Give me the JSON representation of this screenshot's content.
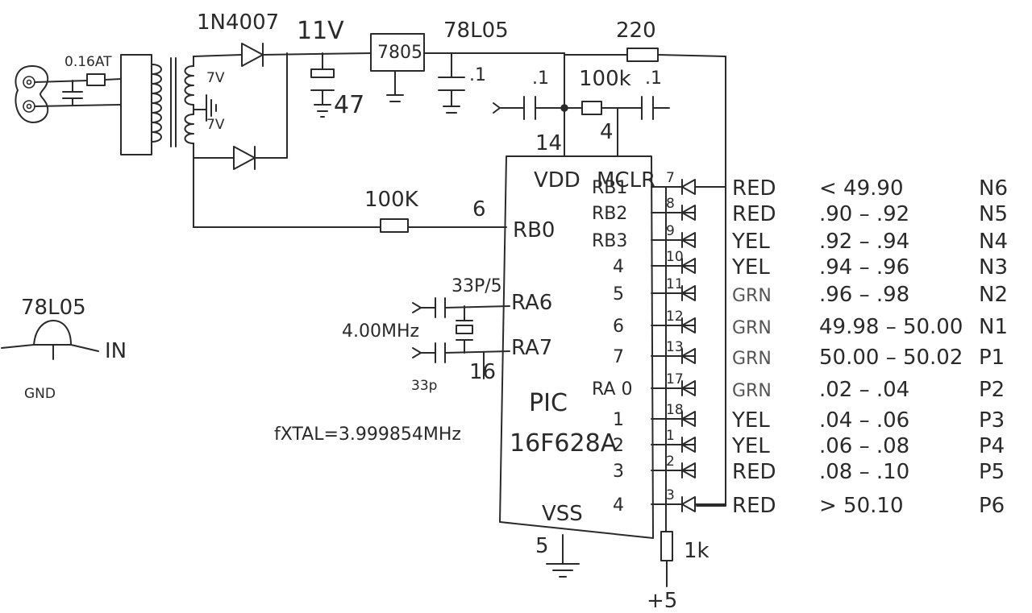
{
  "labels": {
    "fuse": "0.16AT",
    "diode_part": "1N4007",
    "dc_voltage": "11V",
    "regulator_box": "7805",
    "regulator_part": "78L05",
    "resistor_top": "220",
    "cap_47": "47",
    "cap_01_a": ".1",
    "cap_01_b": ".1",
    "cap_01_c": ".1",
    "res_100k_mclr": "100k",
    "pin_14": "14",
    "pin_4_top": "4",
    "winding_1": "7V",
    "winding_2": "7V",
    "res_100k_rb0": "100K",
    "pin_6_rb0": "6",
    "cap_33p_top": "33P/5",
    "crystal": "4.00MHz",
    "cap_33p_bottom": "33p",
    "pin_16": "16",
    "fxtal": "fXTAL=3.999854MHz",
    "ic_vdd": "VDD",
    "ic_mclr": "MCLR",
    "ic_rb0": "RB0",
    "ic_ra6": "RA6",
    "ic_ra7": "RA7",
    "ic_pic": "PIC",
    "ic_part": "16F628A",
    "ic_vss": "VSS",
    "pin_5_vss": "5",
    "res_1k": "1k",
    "plus5": "+5",
    "pinout_title": "78L05",
    "pinout_in": "IN",
    "pinout_gnd": "GND"
  },
  "ic_right_labels": [
    "RB1",
    "RB2",
    "RB3",
    "4",
    "5",
    "6",
    "7",
    "RA 0",
    "1",
    "2",
    "3",
    "4"
  ],
  "led_pins": [
    "7",
    "8",
    "9",
    "10",
    "11",
    "12",
    "13",
    "17",
    "18",
    "1",
    "2",
    "3"
  ],
  "led_colors": [
    "RED",
    "RED",
    "YEL",
    "YEL",
    "GRN",
    "GRN",
    "GRN",
    "GRN",
    "YEL",
    "YEL",
    "RED",
    "RED"
  ],
  "freq_ranges": [
    "< 49.90",
    ".90 – .92",
    ".92 – .94",
    ".94 – .96",
    ".96 – .98",
    "49.98 – 50.00",
    "50.00 – 50.02",
    ".02 – .04",
    ".04 – .06",
    ".06 – .08",
    ".08 – .10",
    "> 50.10"
  ],
  "range_codes": [
    "N6",
    "N5",
    "N4",
    "N3",
    "N2",
    "N1",
    "P1",
    "P2",
    "P3",
    "P4",
    "P5",
    "P6"
  ]
}
